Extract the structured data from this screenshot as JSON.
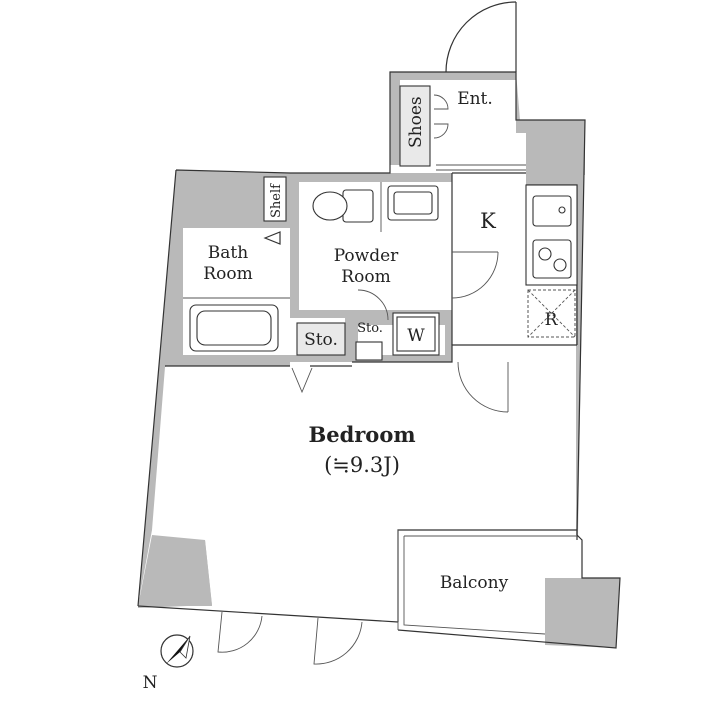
{
  "rooms": {
    "entrance": "Ent.",
    "shoes": "Shoes",
    "shelf": "Shelf",
    "bath_line1": "Bath",
    "bath_line2": "Room",
    "powder_line1": "Powder",
    "powder_line2": "Room",
    "kitchen": "K",
    "storage_1": "Sto.",
    "storage_2": "Sto.",
    "washer": "W",
    "refrigerator": "R",
    "bedroom": "Bedroom",
    "bedroom_size": "(≒9.3J)",
    "balcony": "Balcony"
  },
  "compass": {
    "north": "N"
  },
  "colors": {
    "wall": "#b9b9b9",
    "line": "#333333",
    "fill": "#ffffff"
  }
}
